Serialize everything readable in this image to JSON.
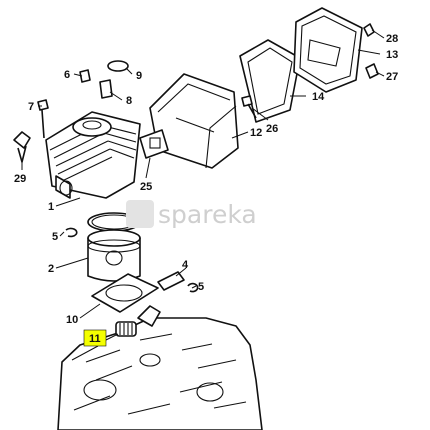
{
  "watermark": {
    "text": "spareka"
  },
  "highlight": {
    "label": "11",
    "color": "#f4ff00"
  },
  "callouts": [
    "1",
    "2",
    "4",
    "5",
    "5",
    "6",
    "7",
    "8",
    "9",
    "10",
    "12",
    "13",
    "14",
    "25",
    "26",
    "27",
    "28",
    "29"
  ]
}
